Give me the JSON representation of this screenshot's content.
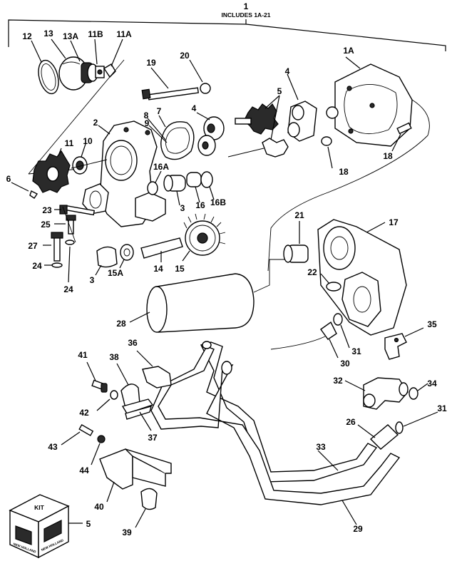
{
  "header": {
    "assembly_number": "1",
    "includes_text": "INCLUDES 1A-21"
  },
  "callouts": {
    "c12": "12",
    "c13": "13",
    "c13a": "13A",
    "c11b": "11B",
    "c11a": "11A",
    "c19": "19",
    "c20": "20",
    "c1a": "1A",
    "c4a": "4",
    "c4b": "4",
    "c5": "5",
    "c2": "2",
    "c7": "7",
    "c8": "8",
    "c9": "9",
    "c10": "10",
    "c11": "11",
    "c6": "6",
    "c16a": "16A",
    "c3a": "3",
    "c16": "16",
    "c16b": "16B",
    "c18a": "18",
    "c18b": "18",
    "c23": "23",
    "c25": "25",
    "c21": "21",
    "c17": "17",
    "c27": "27",
    "c24a": "24",
    "c24b": "24",
    "c3b": "3",
    "c15a": "15A",
    "c14": "14",
    "c15": "15",
    "c22": "22",
    "c28": "28",
    "c35": "35",
    "c31a": "31",
    "c30": "30",
    "c41": "41",
    "c36": "36",
    "c38": "38",
    "c32": "32",
    "c34": "34",
    "c42": "42",
    "c37": "37",
    "c31b": "31",
    "c26": "26",
    "c43": "43",
    "c44": "44",
    "c33": "33",
    "c40": "40",
    "c5kit": "5",
    "c39": "39",
    "c29": "29"
  },
  "kit_box": {
    "top_label": "KIT",
    "side_logo_left": "NEW HOLLAND",
    "side_logo_right": "NEW HOLLAND"
  }
}
